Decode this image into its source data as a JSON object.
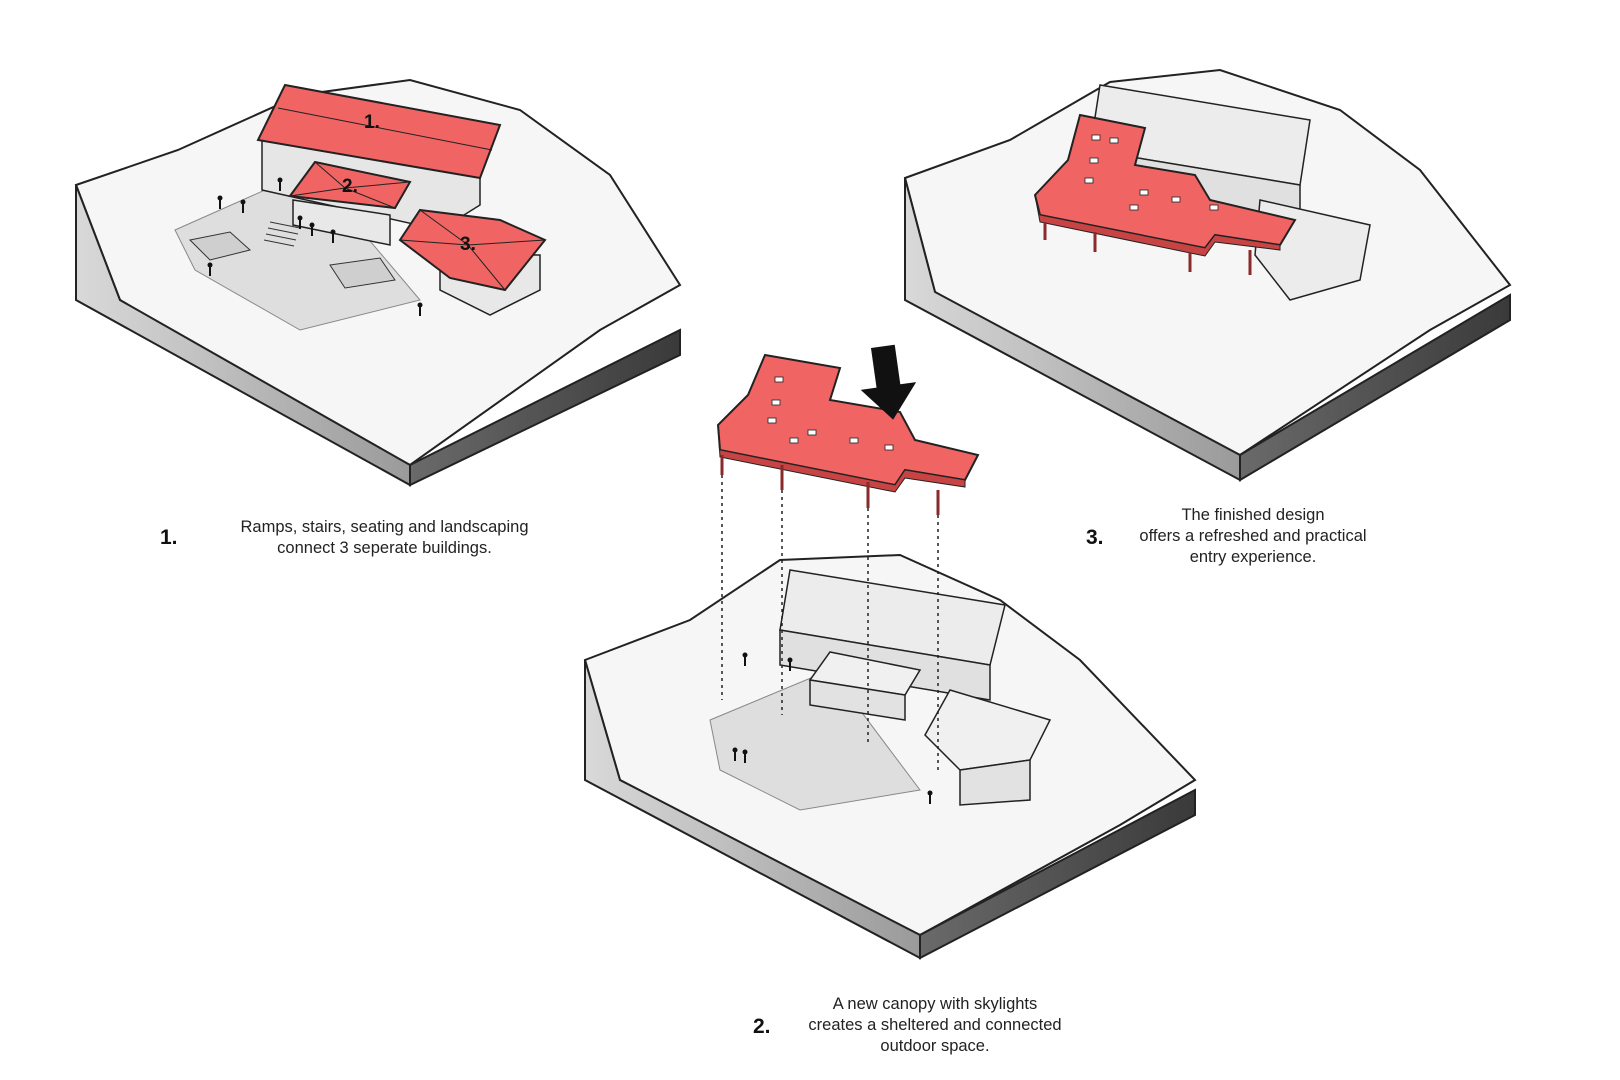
{
  "colors": {
    "accent_red": "#f06464",
    "accent_red_dark": "#b23b3b",
    "terrain_side": "#c8c8c8",
    "terrain_side_dark": "#4a4a4a",
    "terrain_top": "#f4f4f4",
    "building": "#e9e9e9",
    "ink": "#111111"
  },
  "steps": [
    {
      "number": "1.",
      "lines": [
        "Ramps, stairs, seating and landscaping",
        "connect 3 seperate buildings."
      ],
      "roof_labels": [
        "1.",
        "2.",
        "3."
      ]
    },
    {
      "number": "2.",
      "lines": [
        "A new canopy with skylights",
        "creates a sheltered and connected",
        "outdoor space."
      ]
    },
    {
      "number": "3.",
      "lines": [
        "The finished design",
        "offers a refreshed and practical",
        "entry experience."
      ]
    }
  ],
  "icons": {
    "insert_arrow": "down-arrow-icon"
  }
}
